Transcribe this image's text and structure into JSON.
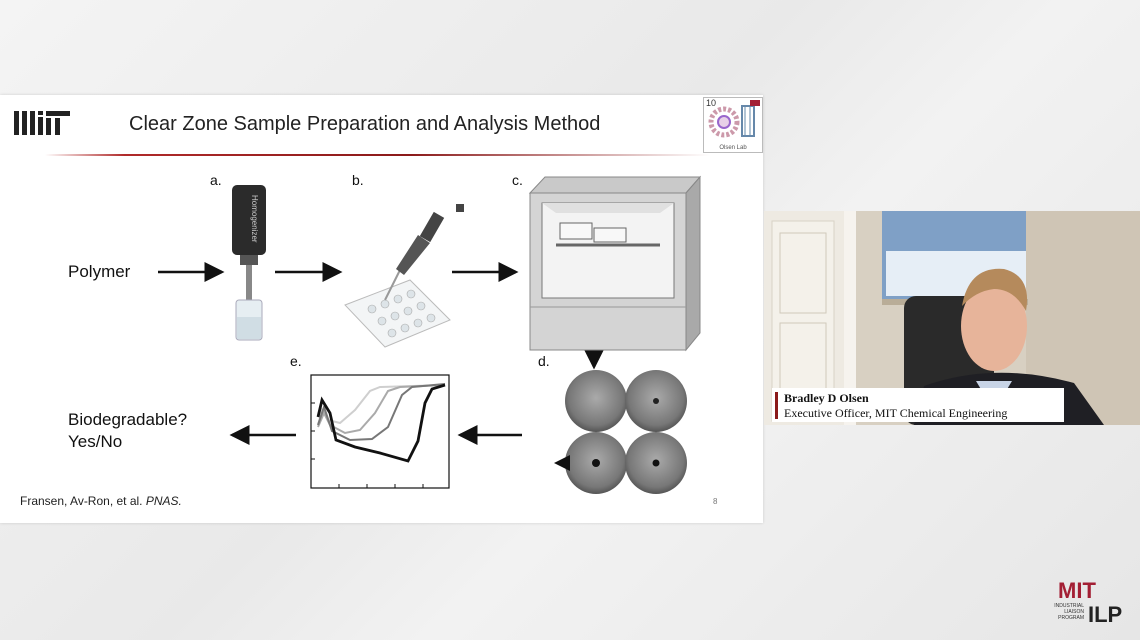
{
  "slide": {
    "title": "Clear Zone Sample Preparation and Analysis Method",
    "lab_badge": {
      "number": "10",
      "name": "Olsen Lab"
    },
    "labels": {
      "a": "a.",
      "b": "b.",
      "c": "c.",
      "d": "d.",
      "e": "e."
    },
    "homogenizer_text": "Homogenizer",
    "polymer": "Polymer",
    "question_line1": "Biodegradable?",
    "question_line2": "Yes/No",
    "citation_authors": "Fransen, Av-Ron, et al.",
    "citation_journal": "PNAS.",
    "page_number": "8"
  },
  "video": {
    "speaker_name": "Bradley D Olsen",
    "speaker_title": "Executive Officer, MIT Chemical Engineering"
  },
  "watermark": {
    "line1": "INDUSTRIAL",
    "line2": "LIAISON",
    "line3": "PROGRAM"
  },
  "colors": {
    "accent": "#8b1a1a",
    "logo_red": "#a31f34"
  }
}
